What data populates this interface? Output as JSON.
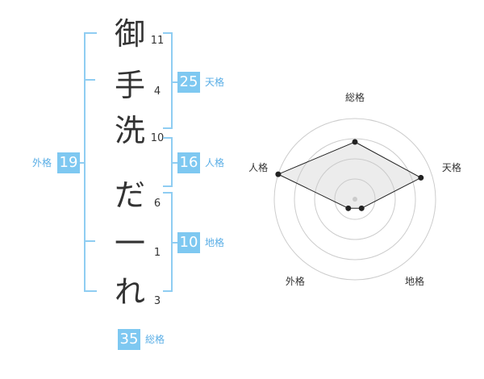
{
  "name_chars": [
    {
      "char": "御",
      "strokes": "11"
    },
    {
      "char": "手",
      "strokes": "4"
    },
    {
      "char": "洗",
      "strokes": "10"
    },
    {
      "char": "だ",
      "strokes": "6"
    },
    {
      "char": "一",
      "strokes": "1"
    },
    {
      "char": "れ",
      "strokes": "3"
    }
  ],
  "fortunes": {
    "tenkaku": {
      "value": "25",
      "label": "天格"
    },
    "jinkaku": {
      "value": "16",
      "label": "人格"
    },
    "chikaku": {
      "value": "10",
      "label": "地格"
    },
    "gaikaku": {
      "value": "19",
      "label": "外格"
    },
    "soukaku": {
      "value": "35",
      "label": "総格"
    }
  },
  "colors": {
    "accent": "#7ec8f1",
    "bracket": "#8fcdf2",
    "text": "#333333"
  },
  "chart_data": {
    "type": "radar",
    "axes": [
      "総格",
      "天格",
      "地格",
      "外格",
      "人格"
    ],
    "values": [
      0.71,
      0.86,
      0.14,
      0.14,
      1.0
    ],
    "range": [
      0,
      1
    ],
    "rings": 4
  }
}
